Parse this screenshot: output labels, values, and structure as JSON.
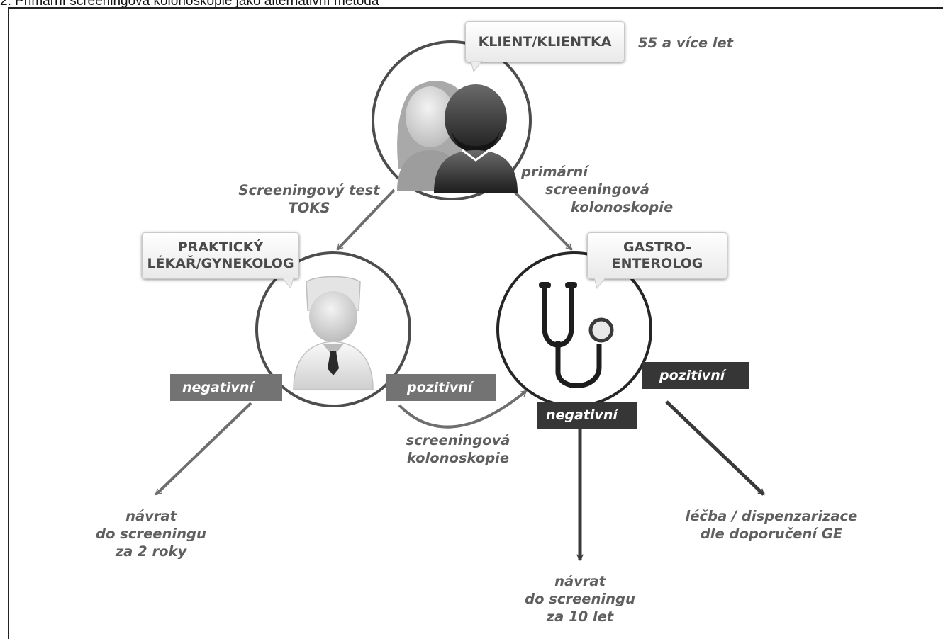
{
  "title": "2. Primární screeningová kolonoskopie jako alternativní metoda",
  "client": {
    "callout": "KLIENT/KLIENTKA",
    "age_note": "55 a více let"
  },
  "gp": {
    "callout_lines": [
      "PRAKTICKÝ",
      "LÉKAŘ/GYNEKOLOG"
    ],
    "negative_label": "negativní",
    "positive_label": "pozitivní",
    "negative_outcome_lines": [
      "návrat",
      "do screeningu",
      "za 2 roky"
    ]
  },
  "gastro": {
    "callout_lines": [
      "GASTRO-",
      "ENTEROLOG"
    ],
    "positive_label": "pozitivní",
    "negative_label": "negativní",
    "negative_outcome_lines": [
      "návrat",
      "do screeningu",
      "za 10 let"
    ],
    "positive_outcome_lines": [
      "léčba / dispenzarizace",
      "dle doporučení GE"
    ]
  },
  "arrows": {
    "to_gp_lines": [
      "Screeningový test",
      "TOKS"
    ],
    "to_gastro_lines": [
      "primární",
      "screeningová",
      "kolonoskopie"
    ],
    "gp_to_gastro_lines": [
      "screeningová",
      "kolonoskopie"
    ]
  },
  "icons": [
    "client-couple-icon",
    "doctor-icon",
    "stethoscope-icon"
  ],
  "colors": {
    "light_bar": "#737373",
    "dark_bar": "#363636",
    "arrow": "#6e6e6e",
    "circle_stroke": "#4d4d4d"
  }
}
